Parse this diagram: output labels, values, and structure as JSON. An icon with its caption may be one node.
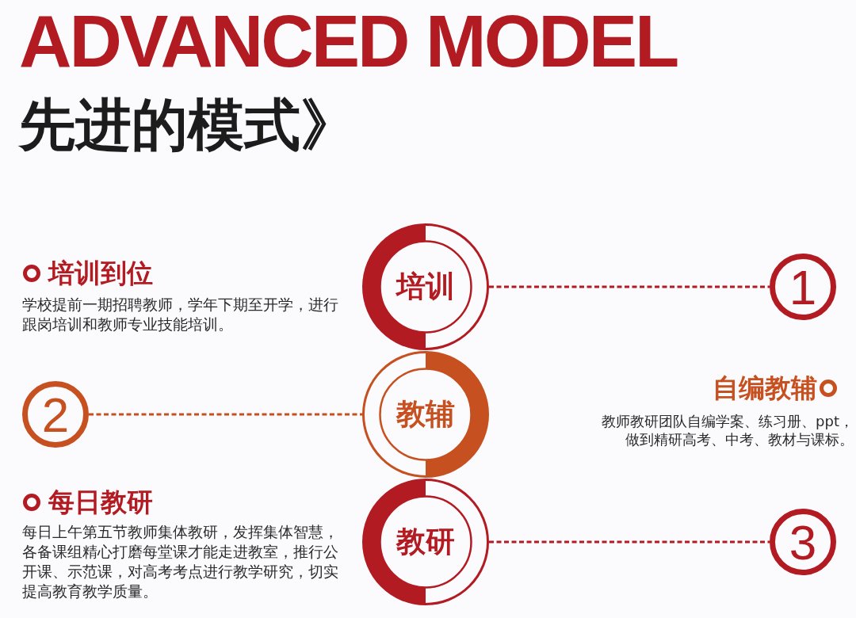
{
  "diagram": {
    "title": "ADVANCED MODEL",
    "nodes": [
      {
        "text": [
          "培训"
        ]
      },
      {
        "text": [
          "1"
        ]
      },
      {
        "text": [
          "2"
        ]
      },
      {
        "text": [
          "教辅"
        ]
      },
      {
        "text": [
          "教研"
        ]
      },
      {
        "text": [
          "3"
        ]
      }
    ],
    "edges": [
      {
        "from": 0,
        "to": 1,
        "arrow": "none",
        "style": "dashed"
      },
      {
        "from": 2,
        "to": 3,
        "arrow": "none",
        "style": "dashed",
        "color": "#c6501f"
      },
      {
        "from": 4,
        "to": 5,
        "arrow": "none",
        "style": "dashed"
      }
    ],
    "labels": [
      "先进的模式》",
      "培训到位",
      "学校提前一期招聘教师，学年下期至开学，进行跟岗培训和教师专业技能培训。",
      "自编教辅",
      "教师教研团队自编学案、练习册、ppt，做到精研高考、中考、教材与课标。",
      "每日教研",
      "每日上午第五节教师集体教研，发挥集体智慧，各备课组精心打磨每堂课才能走进教室，推行公开课、示范课，对高考考点进行教学研究，切实提高教育教学质量。"
    ]
  }
}
